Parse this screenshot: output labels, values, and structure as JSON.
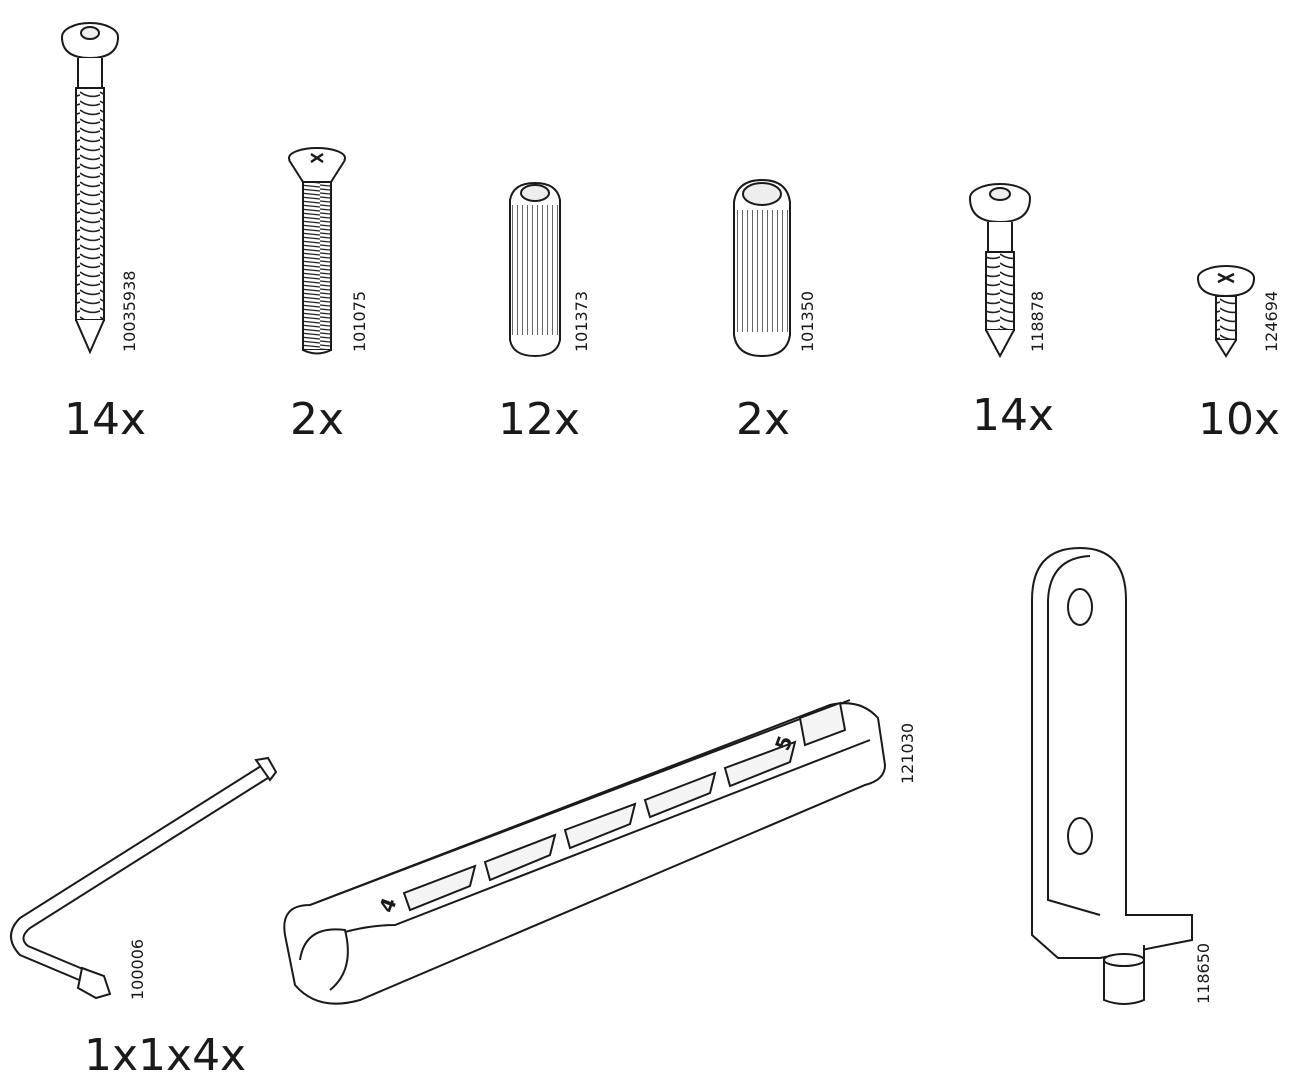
{
  "parts": [
    {
      "code": "10035938",
      "quantity": "14x",
      "kind": "long-wood-screw"
    },
    {
      "code": "101075",
      "quantity": "2x",
      "kind": "machine-screw"
    },
    {
      "code": "101373",
      "quantity": "12x",
      "kind": "wooden-dowel"
    },
    {
      "code": "101350",
      "quantity": "2x",
      "kind": "wooden-dowel-large"
    },
    {
      "code": "118878",
      "quantity": "14x",
      "kind": "short-wood-screw"
    },
    {
      "code": "124694",
      "quantity": "10x",
      "kind": "pan-head-screw"
    },
    {
      "code": "100006",
      "quantity": "1x1x4x",
      "kind": "allen-key"
    },
    {
      "code": "121030",
      "quantity": "",
      "kind": "drawer-rail"
    },
    {
      "code": "118650",
      "quantity": "",
      "kind": "l-bracket"
    }
  ],
  "rail_markings": [
    "4",
    "5"
  ]
}
